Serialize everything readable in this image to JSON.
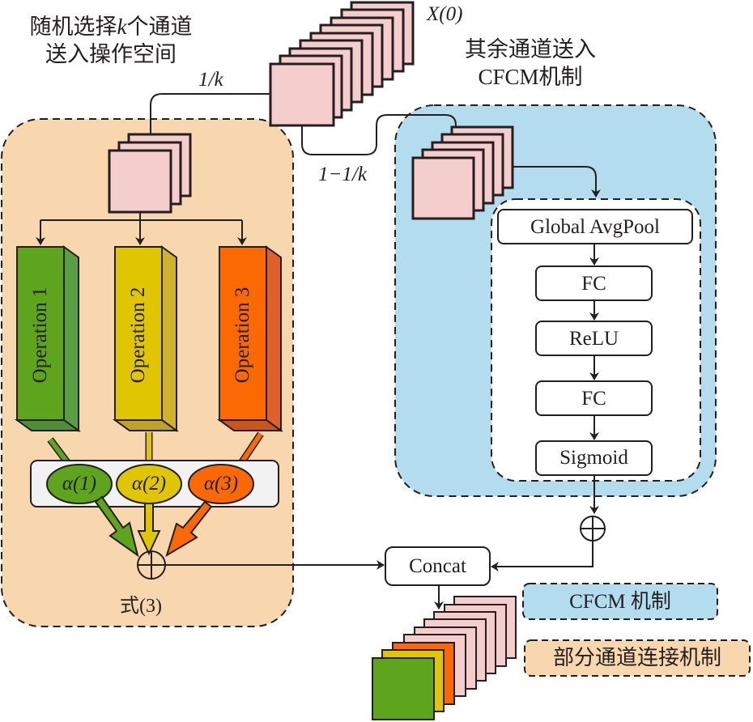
{
  "labels": {
    "random_select_line1": "随机选择",
    "random_select_k": "k",
    "random_select_line1_end": "个通道",
    "random_select_line2": "送入操作空间",
    "input_label": "X(0)",
    "rest_line1": "其余通道送入",
    "rest_line2": "CFCM机制",
    "ratio_k": "1/k",
    "ratio_rest": "1−1/k",
    "formula_ref": "式(3)"
  },
  "operations": [
    {
      "label": "Operation 1",
      "alpha": "α(1)",
      "color": "#5ea51d",
      "side": "#5a9e44"
    },
    {
      "label": "Operation 2",
      "alpha": "α(2)",
      "color": "#e0c600",
      "side": "#cfb32a"
    },
    {
      "label": "Operation 3",
      "alpha": "α(3)",
      "color": "#fb6a02",
      "side": "#dd6128"
    }
  ],
  "cfcm_steps": [
    "Global AvgPool",
    "FC",
    "ReLU",
    "FC",
    "Sigmoid"
  ],
  "concat_label": "Concat",
  "legend": [
    {
      "label": "CFCM 机制",
      "color": "#b3ddef"
    },
    {
      "label": "部分通道连接机制",
      "color": "#f8d7ae"
    }
  ],
  "colors": {
    "feature_map": "#f5cdcd",
    "op_space_bg": "#f8d7ae",
    "cfcm_bg": "#b3ddef",
    "alpha_panel": "#f2f2f2"
  }
}
